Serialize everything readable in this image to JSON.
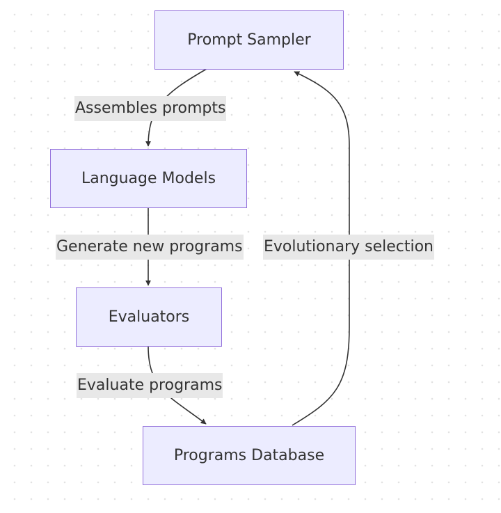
{
  "nodes": {
    "prompt_sampler": "Prompt Sampler",
    "language_models": "Language Models",
    "evaluators": "Evaluators",
    "programs_database": "Programs Database"
  },
  "edges": {
    "assembles": "Assembles prompts",
    "generate": "Generate new programs",
    "evaluate": "Evaluate programs",
    "selection": "Evolutionary selection"
  },
  "colors": {
    "node_fill": "#ececff",
    "node_border": "#9370db",
    "edge_stroke": "#333333",
    "label_background": "#e8e8e8"
  }
}
